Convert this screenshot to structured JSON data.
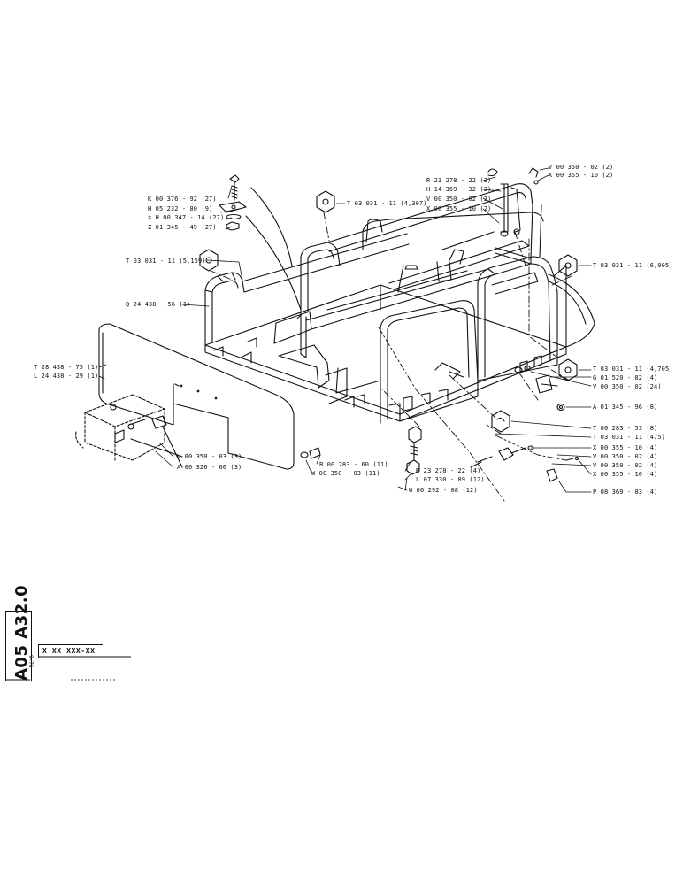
{
  "sheet": {
    "code": "A05 A32.0",
    "date": "9-76",
    "part_number": "X XX XXX-XX"
  },
  "callouts": [
    {
      "id": "k00376",
      "text": "K 00 376 - 92 (27)"
    },
    {
      "id": "h05232",
      "text": "H 05 232 - 80 (9)"
    },
    {
      "id": "h00347",
      "text": "‡ H 00 347 - 14 (27)"
    },
    {
      "id": "z01345",
      "text": "Z 01 345 - 49 (27)"
    },
    {
      "id": "t03031a",
      "text": "T 03 031 - 11 (5,159)"
    },
    {
      "id": "q24438",
      "text": "Q 24 438 - 56 (1)"
    },
    {
      "id": "t03031b",
      "text": "T 03 031 - 11 (4,307)"
    },
    {
      "id": "r23278a",
      "text": "R 23 278 - 22 (2)"
    },
    {
      "id": "h14369",
      "text": "H 14 369 - 32 (2)"
    },
    {
      "id": "v00350a",
      "text": "V 00 350 - 02 (2)"
    },
    {
      "id": "x00355a",
      "text": "X 00 355 - 10 (2)"
    },
    {
      "id": "v00350b",
      "text": "V 00 350 - 02 (2)"
    },
    {
      "id": "x00355b",
      "text": "X 00 355 - 10 (2)"
    },
    {
      "id": "t03031c",
      "text": "T 03 031 - 11 (6,005)"
    },
    {
      "id": "t03031d",
      "text": "T 03 031 - 11 (4,705)"
    },
    {
      "id": "g01520",
      "text": "G 01 520 - 82 (4)"
    },
    {
      "id": "v00350c",
      "text": "V 00 350 - 02 (24)"
    },
    {
      "id": "a01345",
      "text": "A 01 345 - 96 (8)"
    },
    {
      "id": "t00283",
      "text": "T 00 283 - 53 (8)"
    },
    {
      "id": "t03031e",
      "text": "T 03 031 - 11 (475)"
    },
    {
      "id": "x00355c",
      "text": "X 00 355 - 10 (4)"
    },
    {
      "id": "v00350d",
      "text": "V 00 350 - 02 (4)"
    },
    {
      "id": "v00350e",
      "text": "V 00 350 - 02 (4)"
    },
    {
      "id": "x00355d",
      "text": "X 00 355 - 10 (4)"
    },
    {
      "id": "p08369",
      "text": "P 08 369 - 83 (4)"
    },
    {
      "id": "t28438",
      "text": "T 28 438 - 75 (1)"
    },
    {
      "id": "l24438",
      "text": "L 24 438 - 29 (1)"
    },
    {
      "id": "w00350a",
      "text": "W 00 350 - 03 (3)"
    },
    {
      "id": "a00326",
      "text": "A 00 326 - 60 (3)"
    },
    {
      "id": "b00283",
      "text": "B 00 283 - 60 (11)"
    },
    {
      "id": "w00350b",
      "text": "W 00 350 - 03 (11)"
    },
    {
      "id": "r23278b",
      "text": "R 23 278 - 22 (4)"
    },
    {
      "id": "l07330",
      "text": "L 07 330 - 89 (12)"
    },
    {
      "id": "w06292",
      "text": "W 06 292 - 08 (12)"
    }
  ],
  "colors": {
    "ink": "#111111",
    "paper": "#ffffff"
  }
}
